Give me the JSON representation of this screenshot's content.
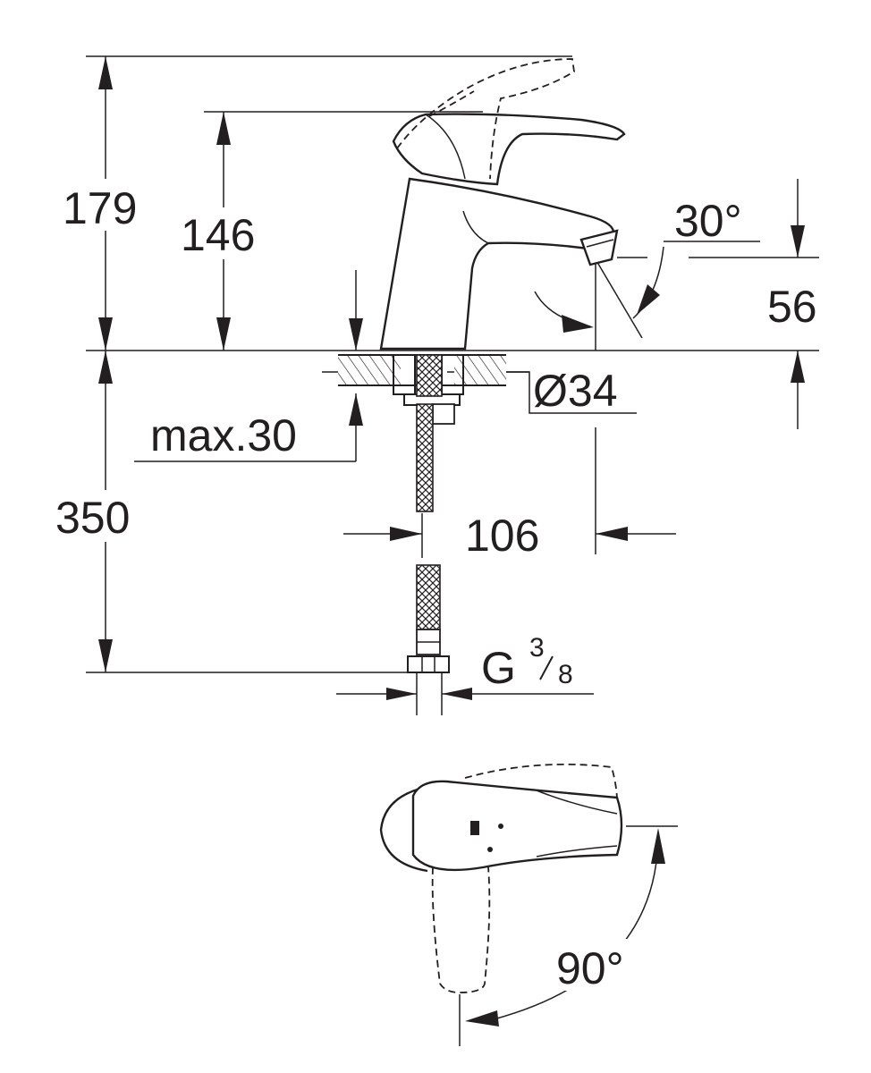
{
  "dimensions": {
    "total_height": "179",
    "spout_height": "146",
    "spout_clearance": "56",
    "spout_angle": "30°",
    "hole_diameter": "Ø34",
    "max_thickness": "max.30",
    "hose_length": "350",
    "spout_reach": "106",
    "thread_main": "G",
    "thread_numerator": "3",
    "thread_denominator": "8",
    "lever_rotation": "90°"
  },
  "colors": {
    "line": "#231f20",
    "background": "#ffffff"
  }
}
